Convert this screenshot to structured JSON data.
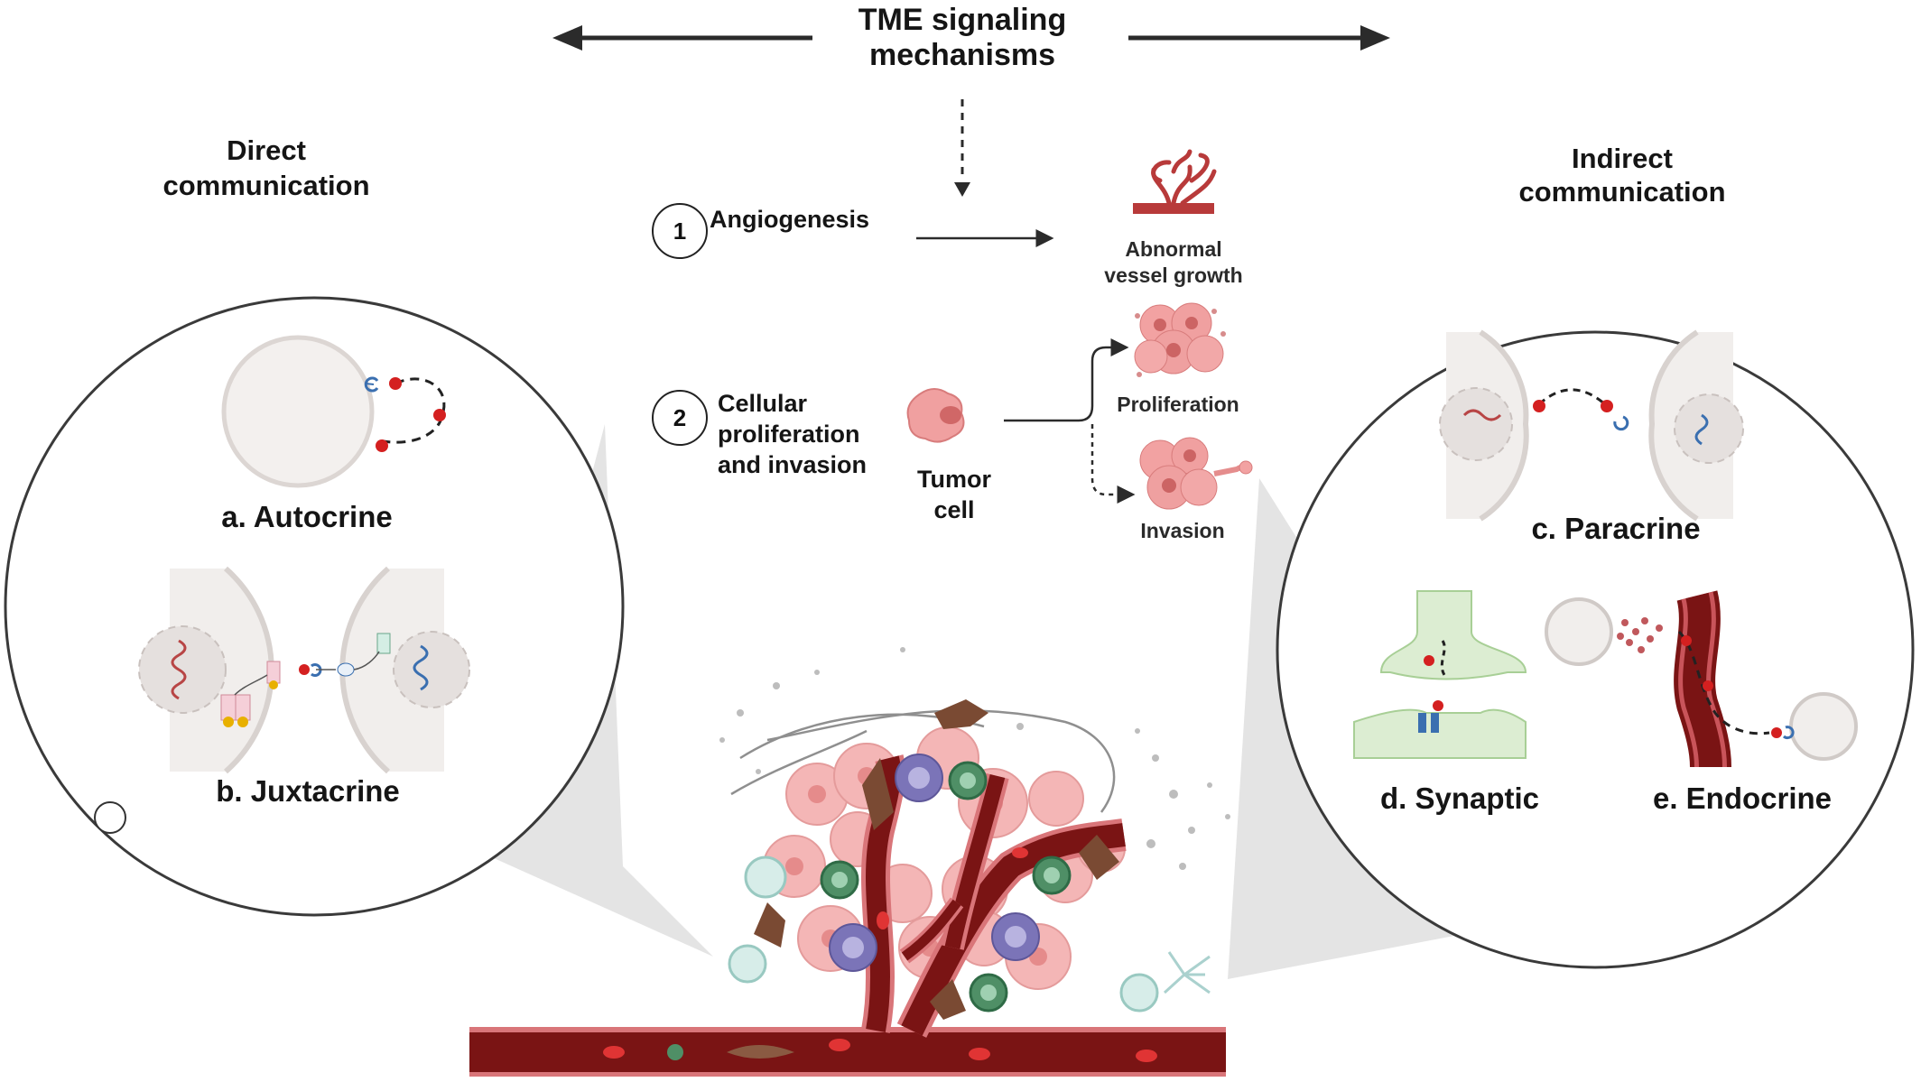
{
  "header": {
    "title_line1": "TME signaling",
    "title_line2": "mechanisms"
  },
  "direct": {
    "line1": "Direct",
    "line2": "communication"
  },
  "indirect": {
    "line1": "Indirect",
    "line2": "communication"
  },
  "steps": {
    "step1": {
      "number": "1",
      "label": "Angiogenesis",
      "result_line1": "Abnormal",
      "result_line2": "vessel growth"
    },
    "step2": {
      "number": "2",
      "label_line1": "Cellular",
      "label_line2": "proliferation",
      "label_line3": "and invasion",
      "cell_line1": "Tumor",
      "cell_line2": "cell",
      "out1": "Proliferation",
      "out2": "Invasion"
    }
  },
  "panels": {
    "autocrine": "a. Autocrine",
    "juxtacrine": "b. Juxtacrine",
    "paracrine": "c. Paracrine",
    "synaptic": "d. Synaptic",
    "endocrine": "e. Endocrine"
  },
  "colors": {
    "vessel": "#7a1414",
    "vessel_edge": "#c9545a",
    "tumor": "#f1a8a8",
    "tcell": "#4f8f66",
    "macrophage": "#7b74b8",
    "fibroblast": "#7a4a33",
    "ligand": "#d42020",
    "receptor": "#3a6fb0"
  }
}
